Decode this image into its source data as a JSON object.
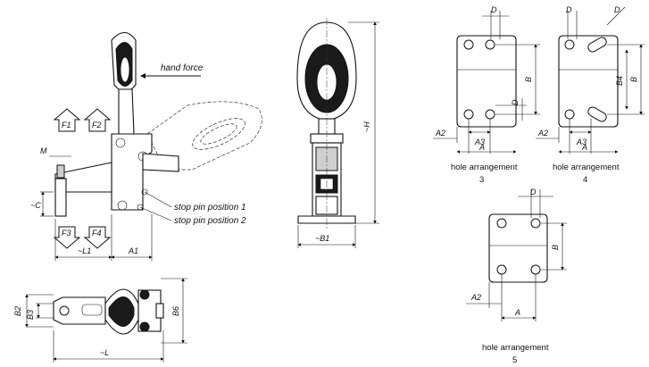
{
  "labels": {
    "hand_force": "hand force",
    "stop_pin_1": "stop pin position 1",
    "stop_pin_2": "stop pin position 2",
    "arrows": [
      "F1",
      "F2",
      "F3",
      "F4"
    ]
  },
  "dims": {
    "M": "M",
    "C": "~C",
    "L1": "~L1",
    "A1": "A1",
    "H": "~H",
    "B1": "~B1",
    "B2": "B2",
    "B3": "B3",
    "B6": "B6",
    "L": "~L",
    "D": "D",
    "B": "B",
    "B4": "B4",
    "A": "A",
    "A2": "A2",
    "A3": "A3"
  },
  "hole_arrangements": [
    {
      "caption": "hole arrangement",
      "number": "3"
    },
    {
      "caption": "hole arrangement",
      "number": "4"
    },
    {
      "caption": "hole arrangement",
      "number": "5"
    }
  ]
}
